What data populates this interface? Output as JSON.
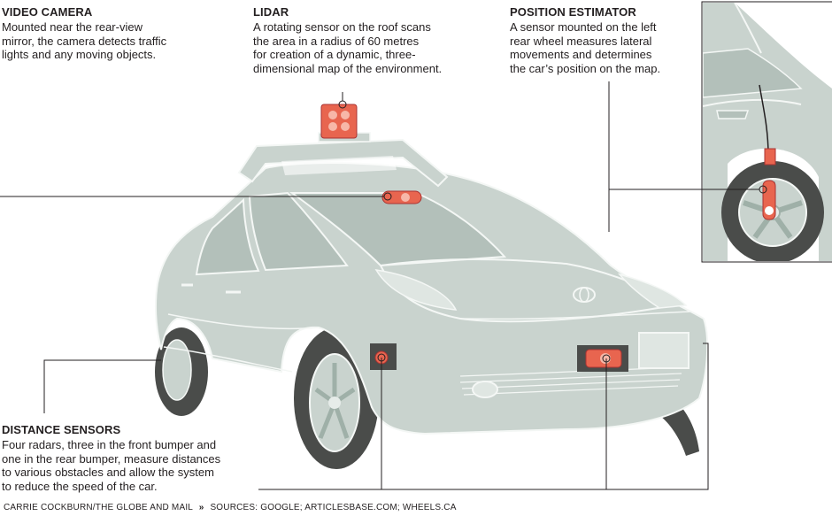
{
  "callouts": {
    "video_camera": {
      "title": "VIDEO CAMERA",
      "body": "Mounted near the rear-view\nmirror, the camera detects traffic\nlights and any moving objects."
    },
    "lidar": {
      "title": "LIDAR",
      "body": "A rotating sensor on the roof scans\nthe area in a radius of 60 metres\nfor creation of a dynamic, three-\ndimensional map of the environment."
    },
    "position_estimator": {
      "title": "POSITION ESTIMATOR",
      "body": "A sensor mounted on the left\nrear wheel measures lateral\nmovements and determines\nthe car’s position on the map."
    },
    "distance_sensors": {
      "title": "DISTANCE SENSORS",
      "body": "Four radars, three in the front bumper and\none in the rear bumper, measure distances\nto various obstacles and allow the system\nto reduce the speed of the car."
    }
  },
  "credit": {
    "author": "CARRIE COCKBURN/THE GLOBE AND MAIL",
    "separator": "»",
    "sources": "SOURCES: GOOGLE; ARTICLESBASE.COM; WHEELS.CA"
  },
  "colors": {
    "car_body": "#c9d3ce",
    "car_glass": "#b3c0ba",
    "car_outline": "#f4f7f5",
    "tire": "#4a4c4a",
    "sensor": "#e8654f",
    "line": "#231f20"
  }
}
